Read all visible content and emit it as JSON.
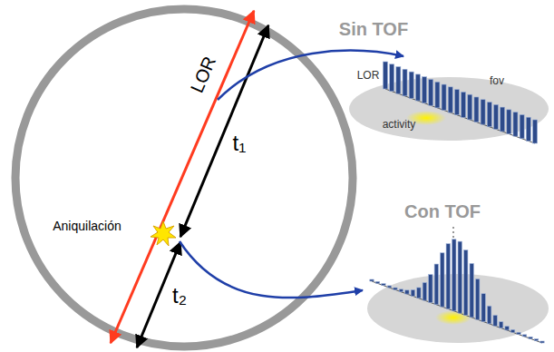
{
  "diagram": {
    "labels": [
      "LOR",
      "t₁",
      "t₂",
      "Aniquilación",
      "Sin TOF",
      "LOR",
      "fov",
      "activity",
      "Con TOF"
    ]
  }
}
